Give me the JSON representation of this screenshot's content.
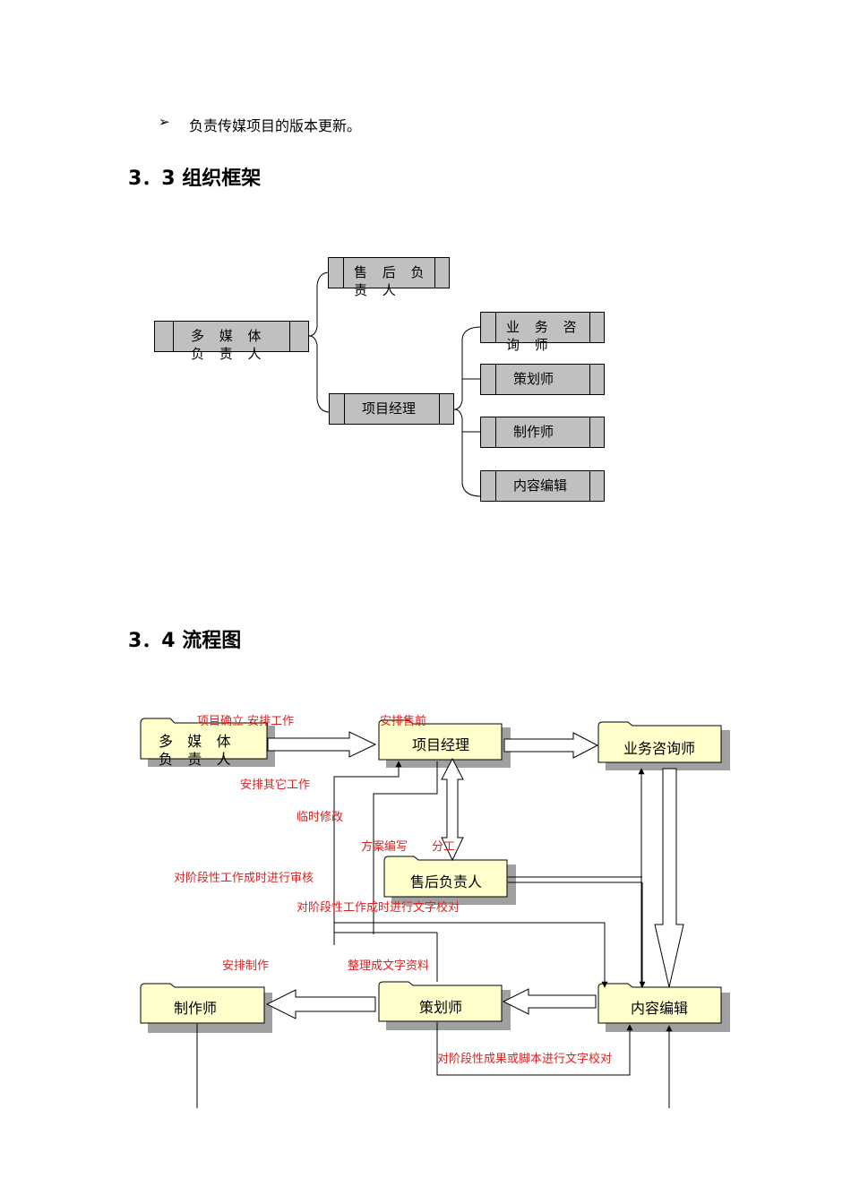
{
  "intro": {
    "bullet_glyph": "➢",
    "bullet_text": "负责传媒项目的版本更新。"
  },
  "section_org": {
    "heading": "3．3 组织框架",
    "root": "多 媒 体 负 责 人",
    "level1": [
      "售 后 负 责 人",
      "项目经理"
    ],
    "level2": [
      "业 务 咨 询 师",
      "策划师",
      "制作师",
      "内容编辑"
    ]
  },
  "section_flow": {
    "heading": "3．4 流程图",
    "nodes": {
      "multimedia_head": "多 媒 体 负 责 人",
      "project_manager": "项目经理",
      "business_consultant": "业务咨询师",
      "after_sales": "售后负责人",
      "producer": "制作师",
      "planner": "策划师",
      "content_editor": "内容编辑"
    },
    "annotations": {
      "project_setup": "项目确立 安排工作",
      "arrange_after_sales": "安排售前",
      "arrange_other": "安排其它工作",
      "temp_modify": "临时修改",
      "plan_writing": "方案编写",
      "divide": "分工",
      "stage_review": "对阶段性工作成时进行审核",
      "stage_proofread": "对阶段性工作成时进行文字校对",
      "arrange_production": "安排制作",
      "organize_text": "整理成文字资料",
      "stage_result_proofread": "对阶段性成果或脚本进行文字校对"
    }
  },
  "colors": {
    "org_box_fill": "#c0c0c0",
    "flow_node_fill": "#ffffcc",
    "flow_shadow": "#a0a0a0",
    "annotation_red": "#e02020"
  }
}
